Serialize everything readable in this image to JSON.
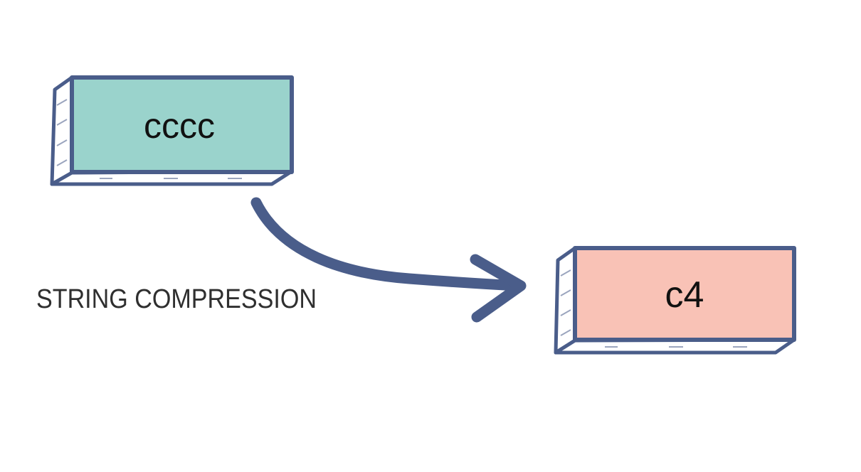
{
  "diagram": {
    "input_box": {
      "label": "cccc",
      "fill": "#9ad3cc"
    },
    "output_box": {
      "label": "c4",
      "fill": "#f9c2b6"
    },
    "caption": "STRING COMPRESSION",
    "colors": {
      "outline": "#4a5d8a",
      "side_fill": "#ffffff"
    }
  }
}
